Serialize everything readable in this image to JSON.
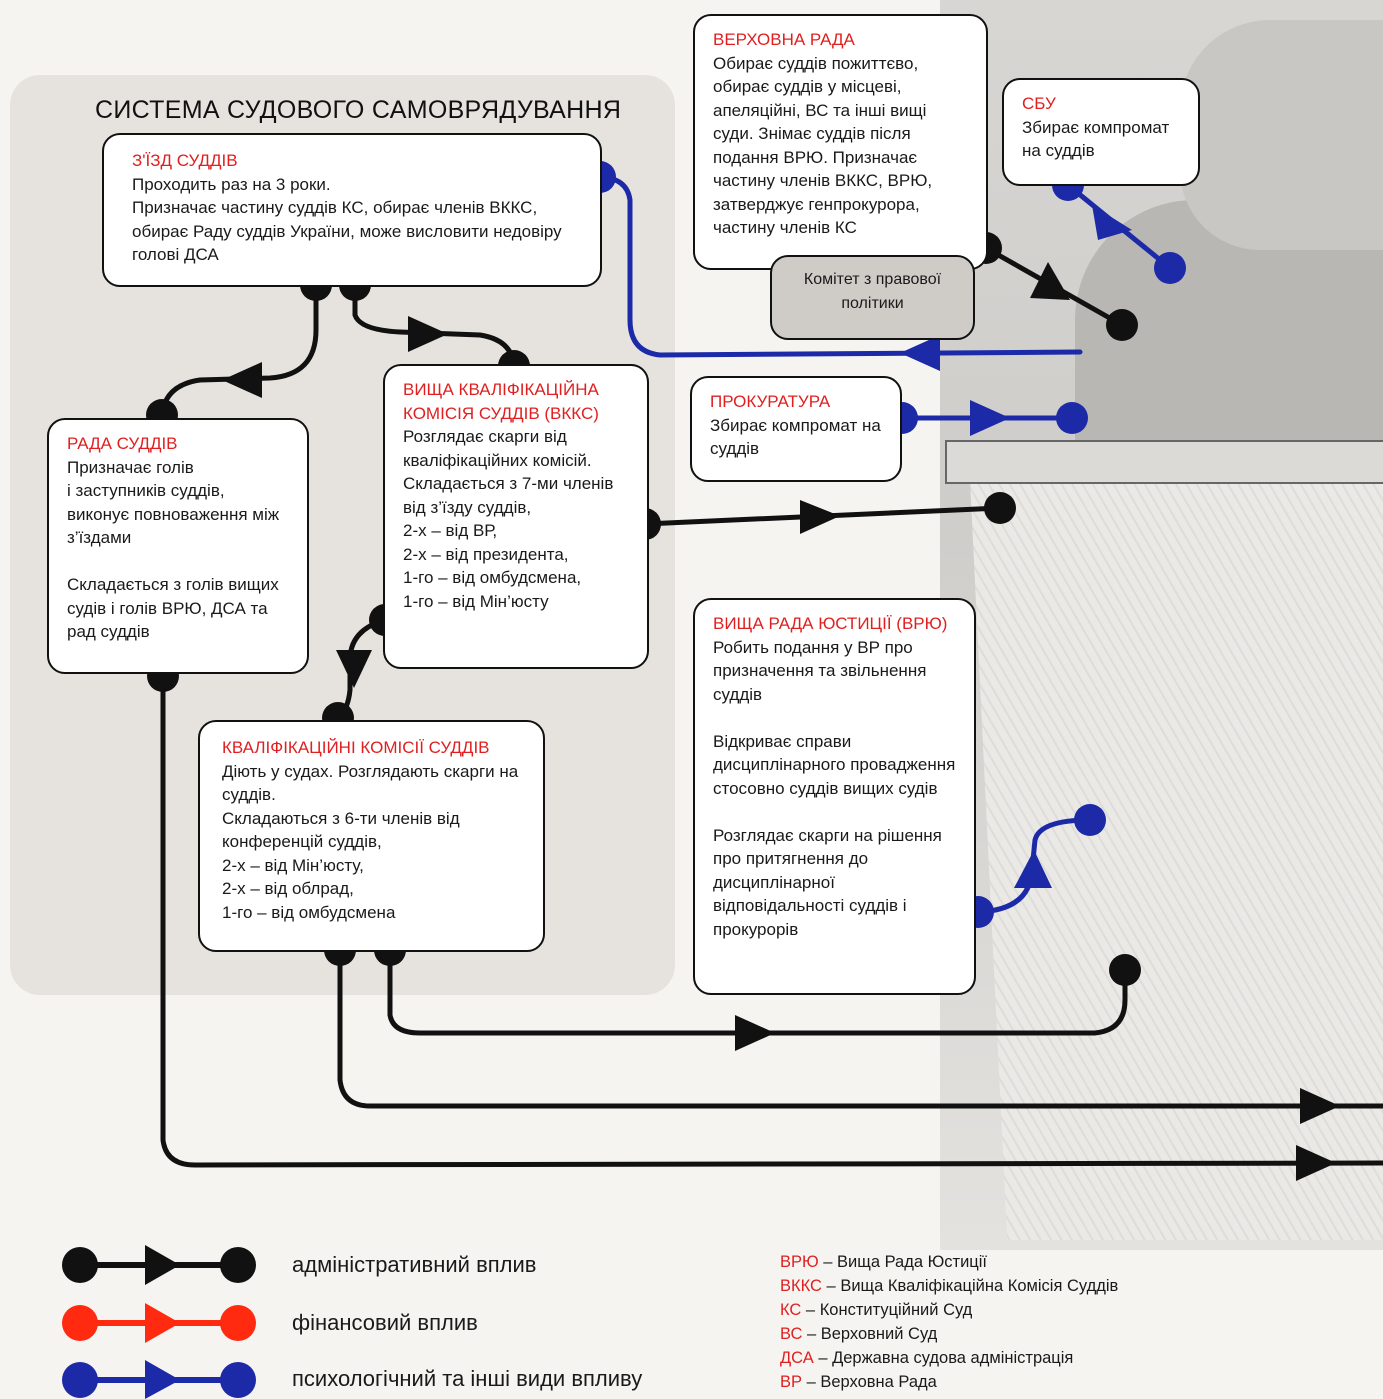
{
  "title": "СИСТЕМА СУДОВОГО САМОВРЯДУВАННЯ",
  "colors": {
    "red": "#e02020",
    "black": "#111111",
    "blue": "#1c2aa8",
    "legend_red": "#ff2a10"
  },
  "boxes": {
    "zizd": {
      "heading": "З'ЇЗД СУДДІВ",
      "text": "Проходить раз на 3 роки.\nПризначає частину суддів КС, обирає членів ВККС, обирає Раду суддів України, може  висловити недовіру голові ДСА"
    },
    "rada_suddiv": {
      "heading": "РАДА СУДДІВ",
      "text": "Призначає голів\nі заступників суддів, виконує повноваження між з’їздами\n\nСкладається з голів вищих судів і голів ВРЮ, ДСА та рад суддів"
    },
    "vkks": {
      "heading": "ВИЩА КВАЛІФІКАЦІЙНА КОМІСІЯ СУДДІВ (ВККС)",
      "text": "Розглядає скарги від кваліфікаційних комісій.\nСкладається  з 7-ми членів  від з’їзду суддів,\n2-х – від ВР,\n2-х – від президента,\n1-го – від омбудсмена,\n1-го – від Мін’юсту"
    },
    "kks": {
      "heading": "КВАЛІФІКАЦІЙНІ КОМІСІЇ СУДДІВ",
      "text": "Діють у судах. Розглядають скарги на суддів.\nСкладаються з 6-ти членів від конференцій суддів,\n2-х – від Мін’юсту,\n2-х – від  облрад,\n1-го – від омбудсмена"
    },
    "vr": {
      "heading": "ВЕРХОВНА РАДА",
      "text": "Обирає суддів пожиттєво, обирає суддів у місцеві, апеляційні, ВС та інші вищі суди.  Знімає суддів після подання  ВРЮ. Призначає частину  членів ВККС, ВРЮ, затверджує генпрокурора, частину членів КС"
    },
    "sbu": {
      "heading": "СБУ",
      "text": "Збирає компромат на суддів"
    },
    "prokuratura": {
      "heading": "ПРОКУРАТУРА",
      "text": "Збирає компромат на суддів"
    },
    "vryu": {
      "heading": "ВИЩА РАДА ЮСТИЦІЇ (ВРЮ)",
      "text": "Робить подання у ВР про призначення та звільнення суддів\n\nВідкриває справи дисциплінарного провадження  стосовно суддів  вищих судів\n\nРозглядає  скарги  на рішення  про  притягнення до   дисциплінарної відповідальності суддів і прокурорів"
    }
  },
  "committee": "Комітет з правової політики",
  "legend": [
    {
      "label": "адміністративний вплив",
      "color": "#111111"
    },
    {
      "label": "фінансовий вплив",
      "color": "#ff2a10"
    },
    {
      "label": "психологічний та інші види впливу",
      "color": "#1c2aa8"
    }
  ],
  "abbreviations": [
    {
      "key": "ВРЮ",
      "value": " – Вища  Рада  Юстиції"
    },
    {
      "key": "ВККС",
      "value": " – Вища Кваліфікаційна Комісія Суддів"
    },
    {
      "key": "КС",
      "value": " – Конституційний Суд"
    },
    {
      "key": "ВС",
      "value": " – Верховний Суд"
    },
    {
      "key": "ДСА",
      "value": " – Державна судова адміністрація"
    },
    {
      "key": "ВР",
      "value": " – Верховна Рада"
    }
  ]
}
